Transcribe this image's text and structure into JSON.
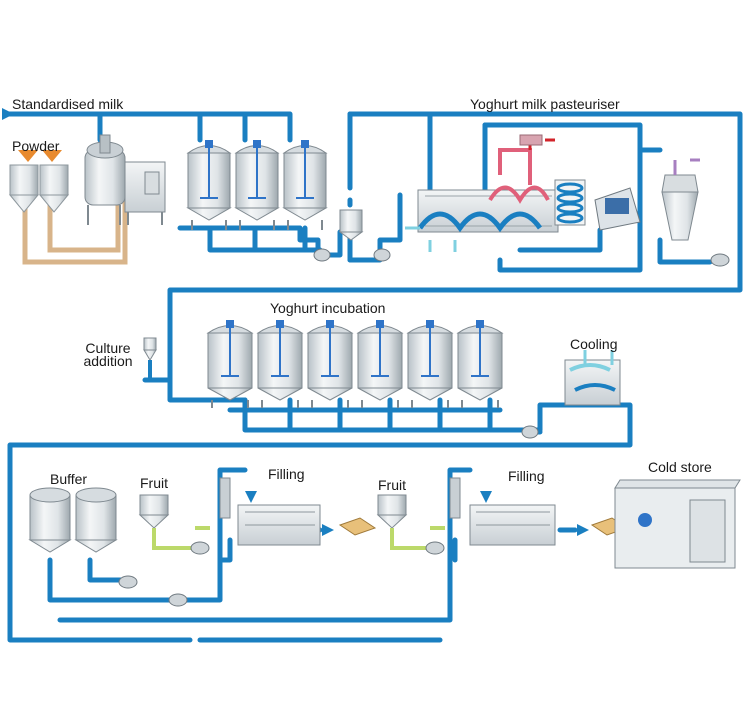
{
  "labels": {
    "standardised_milk": "Standardised milk",
    "yoghurt_milk_pasteuriser": "Yoghurt milk pasteuriser",
    "powder": "Powder",
    "yoghurt_incubation": "Yoghurt incubation",
    "culture_addition_1": "Culture",
    "culture_addition_2": "addition",
    "cooling": "Cooling",
    "buffer": "Buffer",
    "fruit_1": "Fruit",
    "filling_1": "Filling",
    "fruit_2": "Fruit",
    "filling_2": "Filling",
    "cold_store": "Cold store"
  },
  "colors": {
    "pipe_main": "#1a7fc1",
    "pipe_powder": "#d8b48a",
    "pipe_fruit": "#bcd96a",
    "pipe_heat": "#e0607a",
    "pipe_cool": "#7fd0e0",
    "arrow_red": "#d2232a",
    "arrow_orange": "#e88a2e",
    "steel_light": "#e8ecef",
    "steel_dark": "#a9b2b8"
  }
}
